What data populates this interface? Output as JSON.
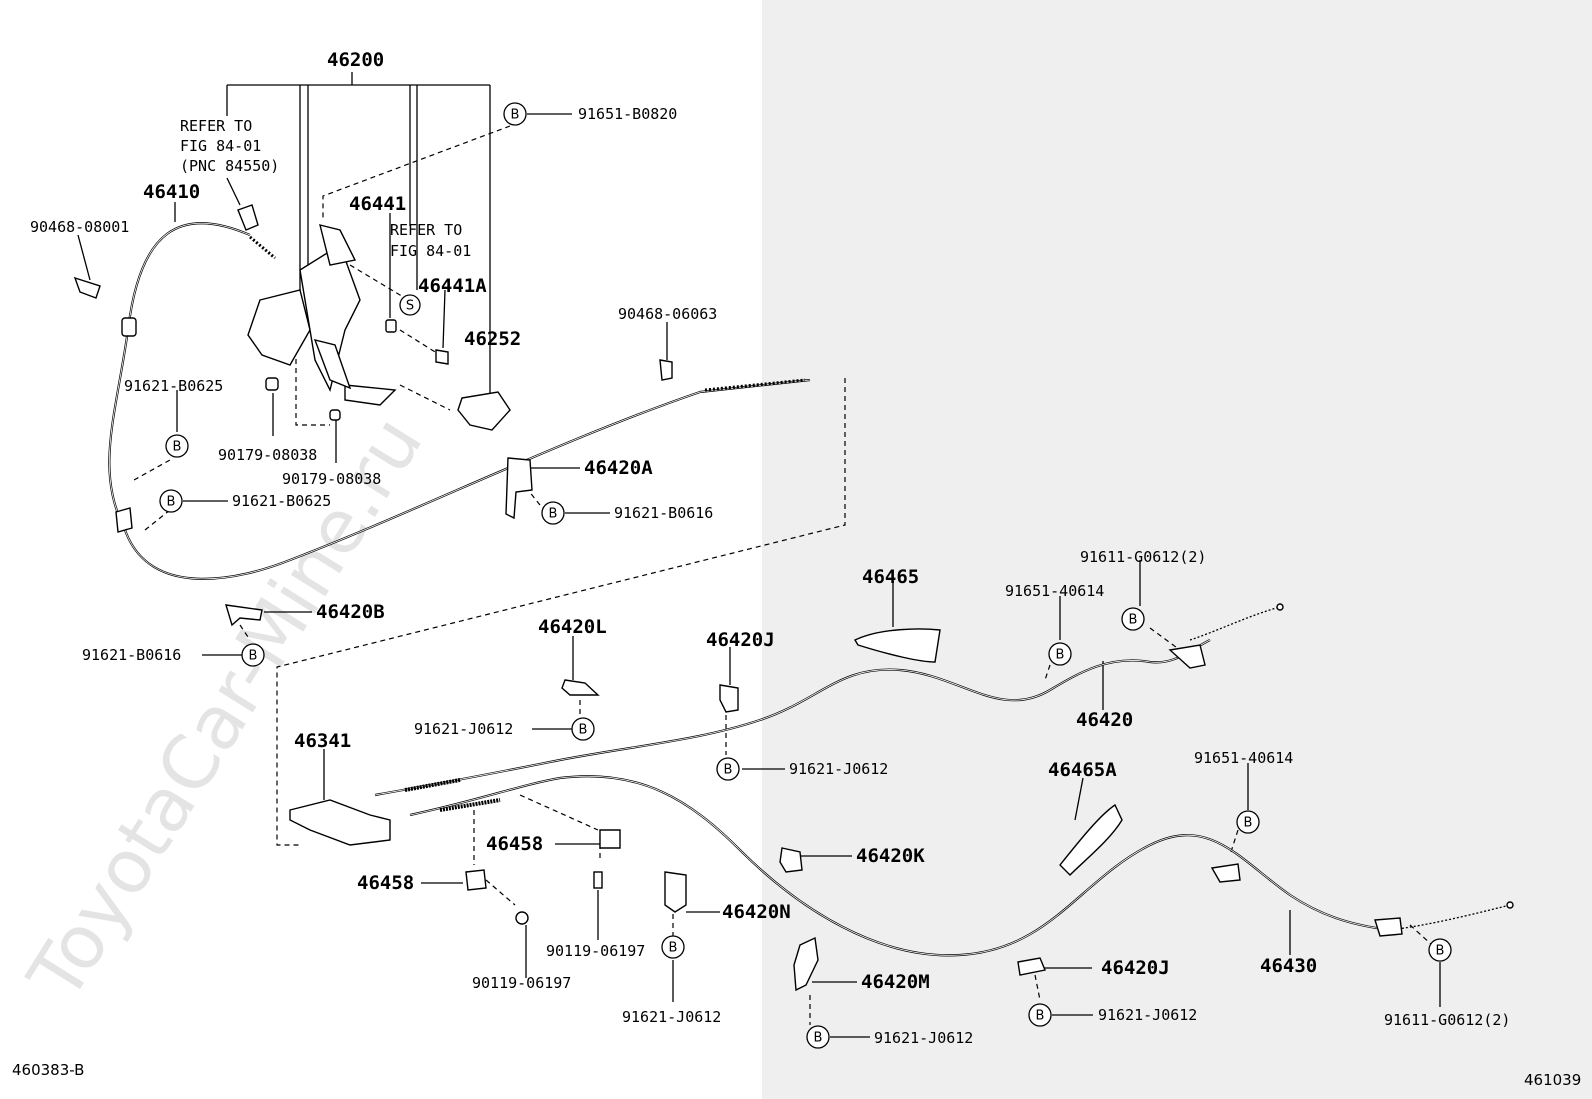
{
  "watermark": "ToyotaCar-Mine.ru",
  "figure_codes": {
    "left": "460383-B",
    "right": "461039"
  },
  "refs": {
    "ref1": {
      "line1": "REFER TO",
      "line2": "FIG 84-01",
      "line3": "(PNC 84550)"
    },
    "ref2": {
      "line1": "REFER TO",
      "line2": "FIG 84-01"
    }
  },
  "symbols": {
    "b": "B",
    "s": "S"
  },
  "labels": {
    "p46200": "46200",
    "p91651_B0820": "91651-B0820",
    "p46410": "46410",
    "p90468_08001": "90468-08001",
    "p46441": "46441",
    "p46441A": "46441A",
    "p46252": "46252",
    "p90468_06063": "90468-06063",
    "p91621_B0625_a": "91621-B0625",
    "p90179_08038_a": "90179-08038",
    "p90179_08038_b": "90179-08038",
    "p91621_B0625_b": "91621-B0625",
    "p46420A": "46420A",
    "p91621_B0616_a": "91621-B0616",
    "p46420B": "46420B",
    "p91621_B0616_b": "91621-B0616",
    "p46465": "46465",
    "p91611_G0612_a": "91611-G0612(2)",
    "p91651_40614_a": "91651-40614",
    "p46420L": "46420L",
    "p46420J_a": "46420J",
    "p91621_J0612_a": "91621-J0612",
    "p91621_J0612_b": "91621-J0612",
    "p46420": "46420",
    "p46341": "46341",
    "p46465A": "46465A",
    "p91651_40614_b": "91651-40614",
    "p46458_a": "46458",
    "p46458_b": "46458",
    "p46420K": "46420K",
    "p46420N": "46420N",
    "p90119_06197_a": "90119-06197",
    "p90119_06197_b": "90119-06197",
    "p91621_J0612_c": "91621-J0612",
    "p46420M": "46420M",
    "p46420J_b": "46420J",
    "p91621_J0612_d": "91621-J0612",
    "p91621_J0612_e": "91621-J0612",
    "p46430": "46430",
    "p91611_G0612_b": "91611-G0612(2)"
  }
}
